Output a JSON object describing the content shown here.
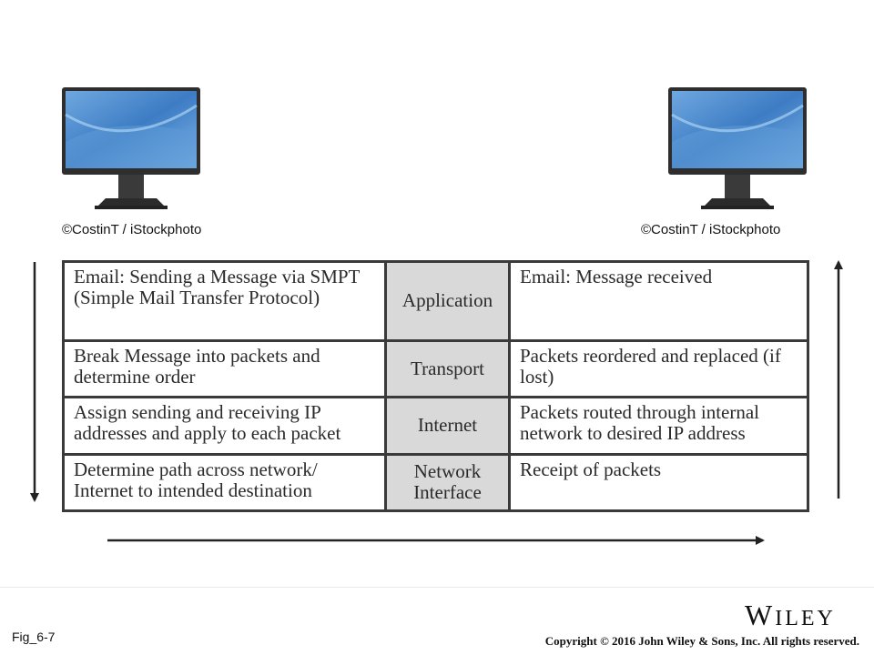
{
  "credits": {
    "left": "©CostinT / iStockphoto",
    "right": "©CostinT / iStockphoto"
  },
  "layers": [
    {
      "sender": "Email: Sending a Message via SMPT (Simple Mail Transfer Protocol)",
      "layer": "Application",
      "receiver": "Email: Message received"
    },
    {
      "sender": "Break Message into packets and determine order",
      "layer": "Transport",
      "receiver": "Packets reordered and replaced (if lost)"
    },
    {
      "sender": "Assign sending and receiving IP addresses and apply to each packet",
      "layer": "Internet",
      "receiver": "Packets routed through internal network to desired IP address"
    },
    {
      "sender": "Determine path across network/ Internet to intended destination",
      "layer": "Network Interface",
      "receiver": "Receipt of packets"
    }
  ],
  "footer": {
    "fig_label": "Fig_6-7",
    "logo": "Wiley",
    "copyright": "Copyright © 2016 John Wiley & Sons, Inc. All rights reserved."
  },
  "colors": {
    "layer_column_bg": "#d9d9d9",
    "border": "#3a3a3a",
    "screen": "#4a86c8"
  }
}
